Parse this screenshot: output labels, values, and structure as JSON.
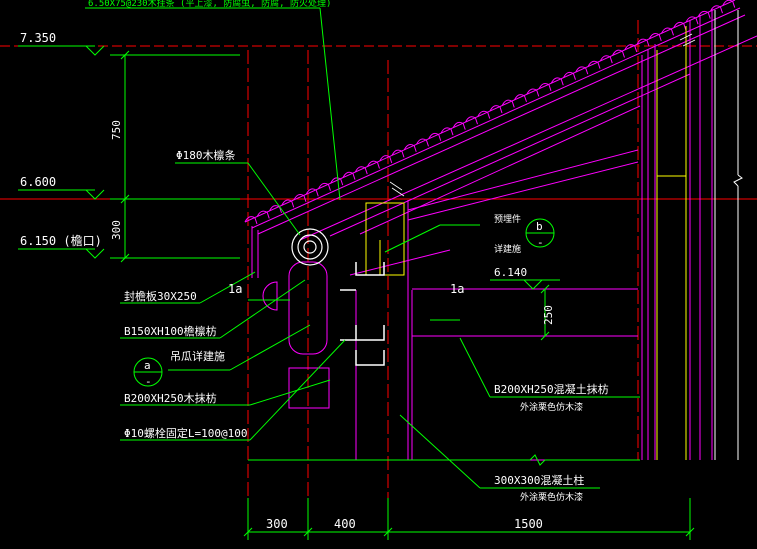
{
  "colors": {
    "background": "#000000",
    "annotation": "#ffffff",
    "leader": "#00ff00",
    "axis": "#ff0000",
    "structure": "#ff00ff",
    "wall": "#ffff00",
    "timber": "#ffffff"
  },
  "top_note": "6.50X75@230木挂条 (平上漆, 防腐虫, 防腐, 防火处理)",
  "levels": {
    "l7350": "7.350",
    "l6600": "6.600",
    "l6150": "6.150 (檐口)",
    "l6140": "6.140"
  },
  "dims": {
    "d750": "750",
    "d300v": "300",
    "d250": "250",
    "d300": "300",
    "d400": "400",
    "d1500": "1500"
  },
  "labels": {
    "purlin": "Φ180木檩条",
    "embed": "预埋件",
    "embed_detail": "详建施",
    "fascia": "封檐板30X250",
    "eave_beam": "B150XH100檐檩枋",
    "hanger": "吊瓜详建施",
    "beam_wood": "B200XH250木抹枋",
    "bolt": "Φ10螺栓固定L=100@100",
    "beam_concrete": "B200XH250混凝土抹枋",
    "beam_concrete_note": "外涂栗色仿木漆",
    "column": "300X300混凝土柱",
    "column_note": "外涂栗色仿木漆",
    "axis_1a_left": "1a",
    "axis_1a_right": "1a"
  },
  "callouts": {
    "b_top": "b",
    "b_bottom": "-",
    "a_top": "a",
    "a_bottom": "-"
  }
}
